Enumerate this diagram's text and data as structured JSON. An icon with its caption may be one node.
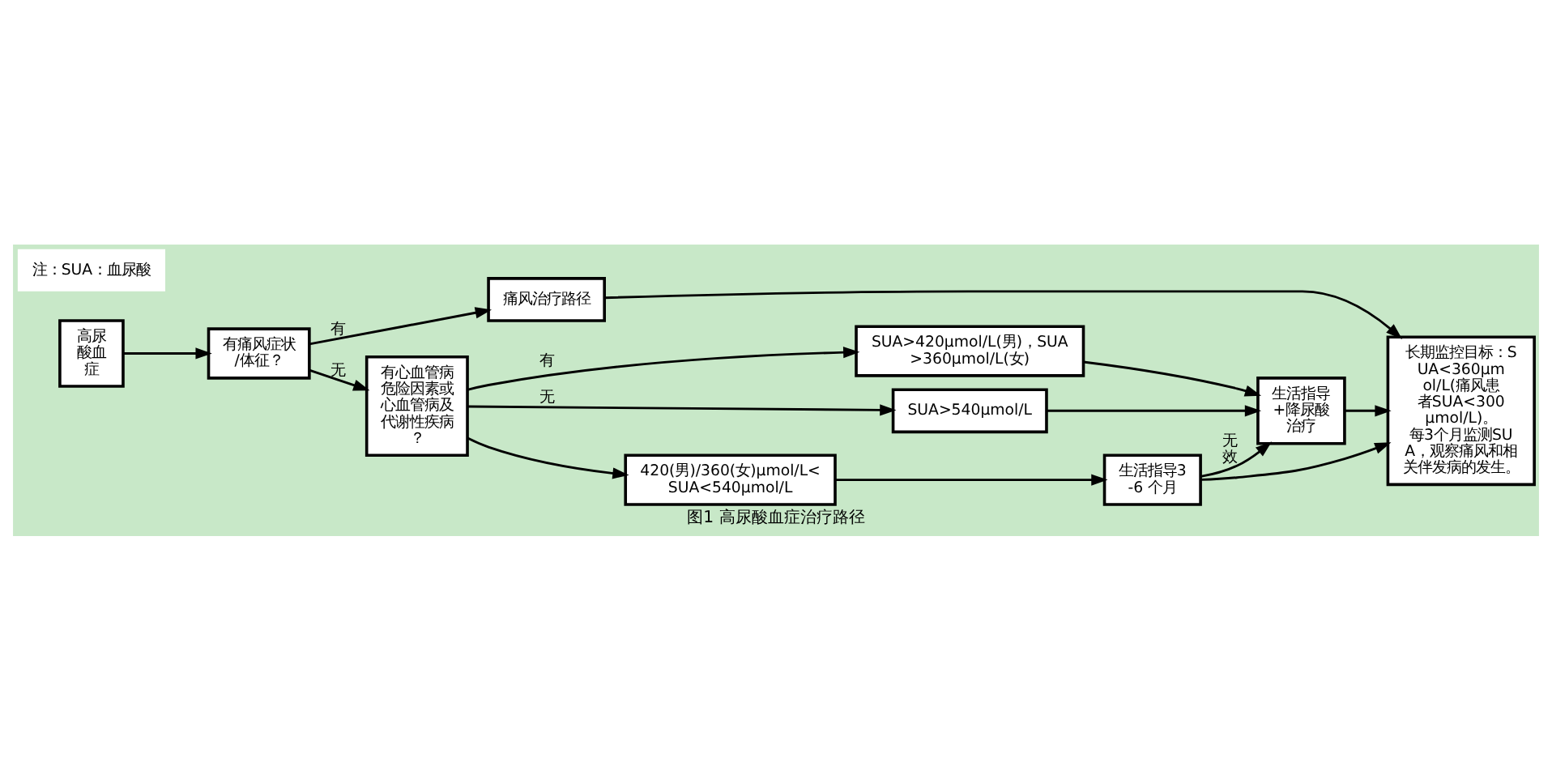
{
  "diagram": {
    "caption": "图1 高尿酸血症治疗路径",
    "nodes": [
      {
        "text": [
          "高尿酸血症"
        ]
      },
      {
        "text": [
          "有痛风症状/体征？"
        ]
      },
      {
        "text": [
          "痛风治疗路径"
        ]
      },
      {
        "text": [
          "有心血管病危险因素或心血管病及代谢性疾病？"
        ]
      },
      {
        "text": [
          "SUA>420μmol/L(男)，SUA>360μmol/L(女)"
        ]
      },
      {
        "text": [
          "SUA>540μmol/L"
        ]
      },
      {
        "text": [
          "420(男)/360(女)μmol/L<SUA<540μmol/L"
        ]
      },
      {
        "text": [
          "生活指导+降尿酸治疗"
        ]
      },
      {
        "text": [
          "生活指导3-6 个月"
        ]
      },
      {
        "text": [
          "长期监控目标：SUA<360μmol/L(痛风患者SUA<300μmol/L)。每3个月监测SUA，观察痛风和相关伴发病的发生。"
        ]
      }
    ],
    "edges": [
      {
        "from": 0,
        "to": 1,
        "arrow": "to"
      },
      {
        "from": 1,
        "to": 2,
        "arrow": "to",
        "label": "有"
      },
      {
        "from": 1,
        "to": 3,
        "arrow": "to",
        "label": "无"
      },
      {
        "from": 3,
        "to": 4,
        "arrow": "to",
        "label": "有"
      },
      {
        "from": 3,
        "to": 5,
        "arrow": "to",
        "label": "无"
      },
      {
        "from": 3,
        "to": 6,
        "arrow": "to"
      },
      {
        "from": 4,
        "to": 7,
        "arrow": "to"
      },
      {
        "from": 5,
        "to": 7,
        "arrow": "to"
      },
      {
        "from": 6,
        "to": 8,
        "arrow": "to"
      },
      {
        "from": 8,
        "to": 7,
        "arrow": "to",
        "label": "无效"
      },
      {
        "from": 8,
        "to": 9,
        "arrow": "to"
      },
      {
        "from": 7,
        "to": 9,
        "arrow": "to"
      },
      {
        "from": 2,
        "to": 9,
        "arrow": "to"
      }
    ],
    "labels": [
      "注：SUA：血尿酸"
    ]
  }
}
